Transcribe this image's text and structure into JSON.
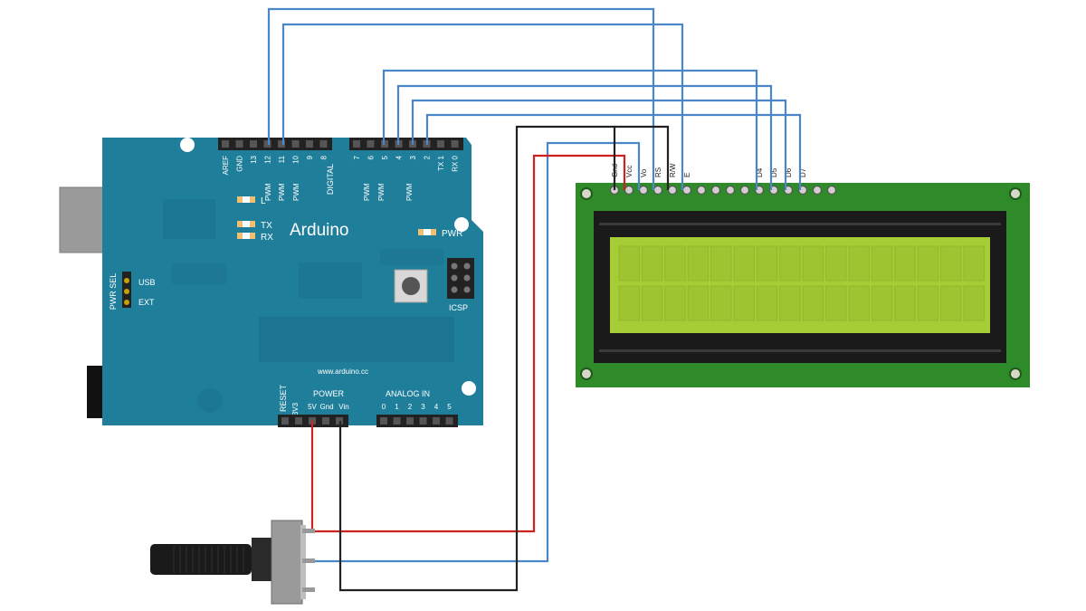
{
  "arduino": {
    "brand": "Arduino",
    "website": "www.arduino.cc",
    "digital_label": "DIGITAL",
    "power_label": "POWER",
    "analog_label": "ANALOG IN",
    "icsp_label": "ICSP",
    "pwr_label": "PWR",
    "led_l": "L",
    "led_tx": "TX",
    "led_rx": "RX",
    "pwr_sel": "PWR SEL",
    "usb_label": "USB",
    "ext_label": "EXT",
    "reset_label": "RESET",
    "digital_pins_left": [
      "AREF",
      "GND",
      "13",
      "12",
      "11",
      "10",
      "9",
      "8"
    ],
    "digital_pins_right": [
      "7",
      "6",
      "5",
      "4",
      "3",
      "2",
      "TX 1",
      "RX 0"
    ],
    "pwm_marks": [
      "PWM",
      "PWM",
      "PWM",
      "PWM",
      "PWM",
      "PWM"
    ],
    "power_pins": [
      "3V3",
      "5V",
      "Gnd",
      "Vin"
    ],
    "analog_pins": [
      "0",
      "1",
      "2",
      "3",
      "4",
      "5"
    ]
  },
  "lcd": {
    "pins": [
      "Gnd",
      "Vcc",
      "Vo",
      "RS",
      "R/W",
      "E",
      "D4",
      "D5",
      "D6",
      "D7"
    ]
  },
  "colors": {
    "board": "#1f7f9b",
    "lcd_pcb": "#2f8a2a",
    "lcd_screen": "#a6cc36",
    "wire_signal": "#4a86c8",
    "wire_power": "#cc2222",
    "wire_ground": "#222222"
  }
}
